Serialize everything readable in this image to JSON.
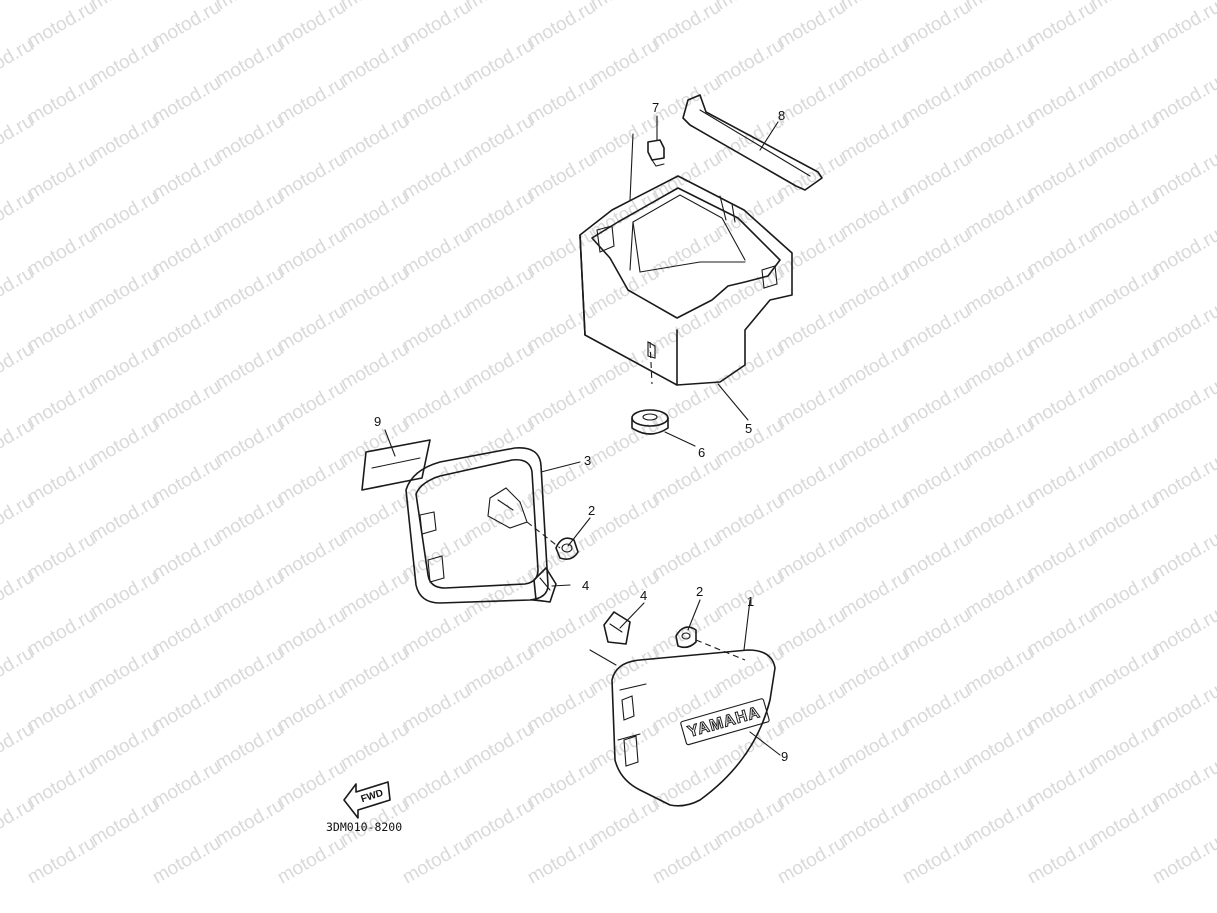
{
  "watermark": {
    "text": "motod.ru"
  },
  "callouts": [
    {
      "id": "c1",
      "label": "1"
    },
    {
      "id": "c2a",
      "label": "2"
    },
    {
      "id": "c2b",
      "label": "2"
    },
    {
      "id": "c3",
      "label": "3"
    },
    {
      "id": "c4a",
      "label": "4"
    },
    {
      "id": "c4b",
      "label": "4"
    },
    {
      "id": "c5",
      "label": "5"
    },
    {
      "id": "c6",
      "label": "6"
    },
    {
      "id": "c7",
      "label": "7"
    },
    {
      "id": "c8",
      "label": "8"
    },
    {
      "id": "c9a",
      "label": "9"
    },
    {
      "id": "c9b",
      "label": "9"
    }
  ],
  "emblem_text": "YAMAHA",
  "fwd_label": "FWD",
  "diagram_code": "3DM010-8200"
}
